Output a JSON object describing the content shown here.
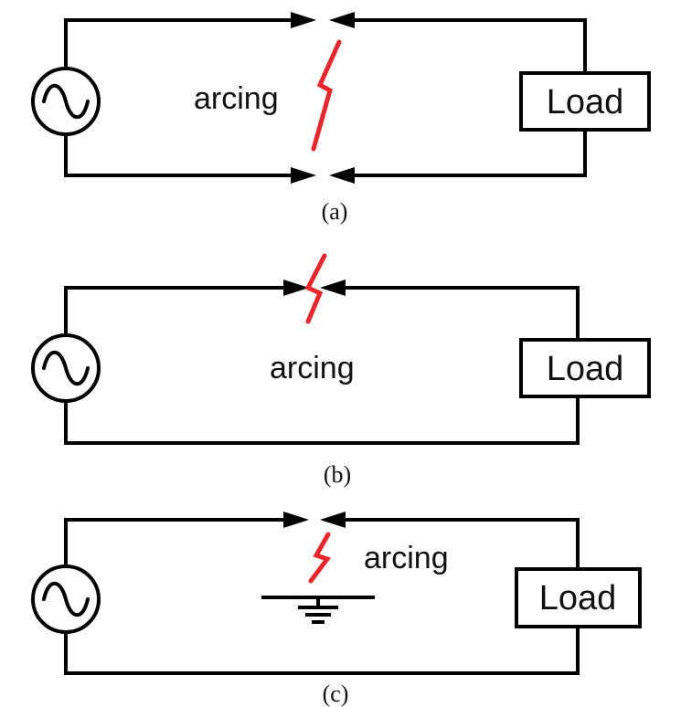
{
  "diagrams": [
    {
      "caption": "(a)",
      "arc_label": "arcing",
      "load_label": "Load",
      "source_icon": "ac-source-icon",
      "ground_icon": ""
    },
    {
      "caption": "(b)",
      "arc_label": "arcing",
      "load_label": "Load",
      "source_icon": "ac-source-icon",
      "ground_icon": ""
    },
    {
      "caption": "(c)",
      "arc_label": "arcing",
      "load_label": "Load",
      "source_icon": "ac-source-icon",
      "ground_icon": "ground-icon"
    }
  ],
  "colors": {
    "arc": "#e8262b",
    "wire": "#000000"
  }
}
